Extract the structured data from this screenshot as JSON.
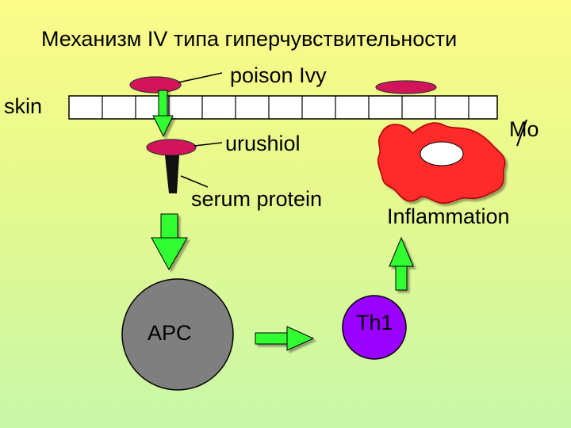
{
  "slide": {
    "title": "Механизм IV типа гиперчувствительности",
    "labels": {
      "skin": "skin",
      "poison_ivy": "poison Ivy",
      "urushiol": "urushiol",
      "serum_protein": "serum protein",
      "macrophage": "Mo",
      "inflammation": "Inflammation",
      "apc": "APC",
      "th1": "Th1"
    }
  },
  "colors": {
    "leaf": "#d4145a",
    "arrow": "#33ff33",
    "macrophage": "#ff2a2a",
    "apc": "#7f7f7f",
    "th1": "#9900ff"
  }
}
